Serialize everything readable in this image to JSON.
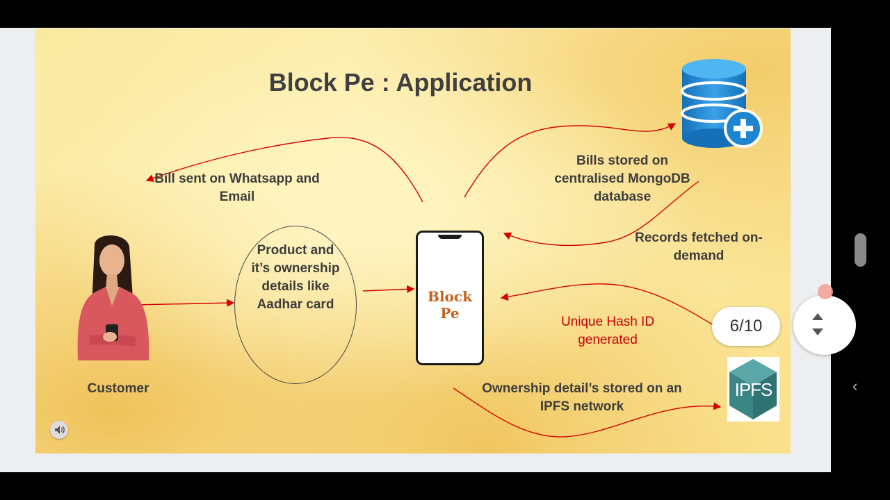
{
  "slide": {
    "title": "Block Pe : Application",
    "labels": {
      "bill_sent": "Bill sent on Whatsapp and Email",
      "bills_stored": "Bills stored on centralised MongoDB database",
      "records_fetched": "Records fetched on-demand",
      "product_details": "Product and it’s ownership details like Aadhar card",
      "phone_logo": "Block Pe",
      "hash_id": "Unique Hash ID generated",
      "ownership_ipfs": "Ownership detail’s stored on an IPFS network",
      "customer": "Customer",
      "ipfs_logo": "IPFS"
    },
    "colors": {
      "arrow": "#d40000",
      "text": "#3d3d3d",
      "hash_text": "#c40000",
      "database": "#1f86cf",
      "ipfs": "#3f8a8a"
    }
  },
  "viewer": {
    "page_counter": "6/10",
    "icons": {
      "audio": "speaker-icon",
      "nav_up": "triangle-up-icon",
      "nav_down": "triangle-down-icon",
      "back": "chevron-left-icon"
    },
    "back_glyph": "‹"
  }
}
